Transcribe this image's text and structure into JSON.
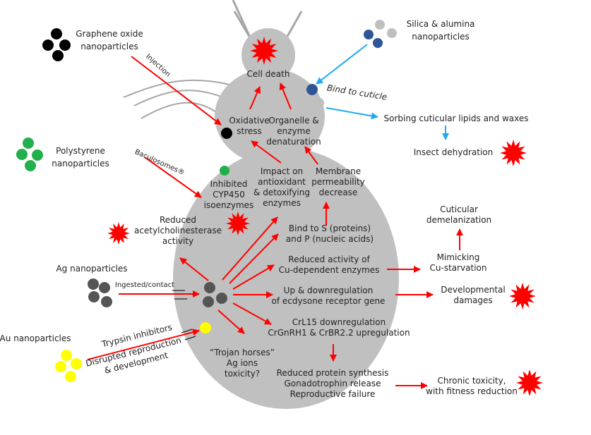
{
  "colors": {
    "body": "#c0c0c0",
    "legs": "#a6a6a6",
    "red_arrow": "#ff0000",
    "blue_arrow": "#1eaaf0",
    "burst": "#ff0000",
    "graphene": "#000000",
    "polystyrene": "#22b04c",
    "silica": "#2f5597",
    "alumina": "#bfbfbf",
    "silver": "#555555",
    "gold": "#ffff00",
    "text": "#222222"
  },
  "sources": {
    "graphene": [
      "Graphene oxide",
      "nanoparticles"
    ],
    "polystyrene": [
      "Polystyrene",
      "nanoparticles"
    ],
    "silica": [
      "Silica & alumina",
      "nanoparticles"
    ],
    "silver": [
      "Ag nanoparticles"
    ],
    "gold": [
      "Au nanoparticles"
    ]
  },
  "routes": {
    "injection": "Injection",
    "baculosomes": "Baculosomes®",
    "ingested": "Ingested/contact",
    "trypsin": "Trypsin inhibitors",
    "disrupted": [
      "Disrupted reproduction",
      "& development"
    ],
    "bind_cuticle": "Bind to cuticle"
  },
  "effects": {
    "cell_death": [
      "Cell death"
    ],
    "oxidative": [
      "Oxidative",
      "stress"
    ],
    "organelle": [
      "Organelle &",
      "enzyme",
      "denaturation"
    ],
    "cyp450": [
      "Inhibited",
      "CYP450",
      "isoenzymes"
    ],
    "antioxidant": [
      "Impact on",
      "antioxidant",
      "& detoxifying",
      "enzymes"
    ],
    "membrane": [
      "Membrane",
      "permeability",
      "decrease"
    ],
    "ache": [
      "Reduced",
      "acetylcholinesterase",
      "activity"
    ],
    "bind_sp": [
      "Bind to S (proteins)",
      "and P (nucleic acids)"
    ],
    "cu_enzymes": [
      "Reduced activity of",
      "Cu-dependent  enzymes"
    ],
    "ecdysone": [
      "Up & downregulation",
      "of ecdysone  receptor gene"
    ],
    "crl15": [
      "CrL15 downregulation",
      "CrGnRH1 & CrBR2.2 upregulation"
    ],
    "trojan": [
      "“Trojan horses”",
      "Ag ions",
      "toxicity?"
    ],
    "protein": [
      "Reduced protein synthesis",
      "Gonadotrophin  release",
      "Reproductive failure"
    ],
    "sorbing": [
      "Sorbing cuticular lipids and waxes"
    ],
    "dehydration": [
      "Insect dehydration"
    ],
    "demelanization": [
      "Cuticular",
      "demelanization"
    ],
    "mimicking": [
      "Mimicking",
      "Cu-starvation"
    ],
    "developmental": [
      "Developmental",
      "damages"
    ],
    "chronic": [
      "Chronic  toxicity,",
      "with fitness reduction"
    ]
  }
}
